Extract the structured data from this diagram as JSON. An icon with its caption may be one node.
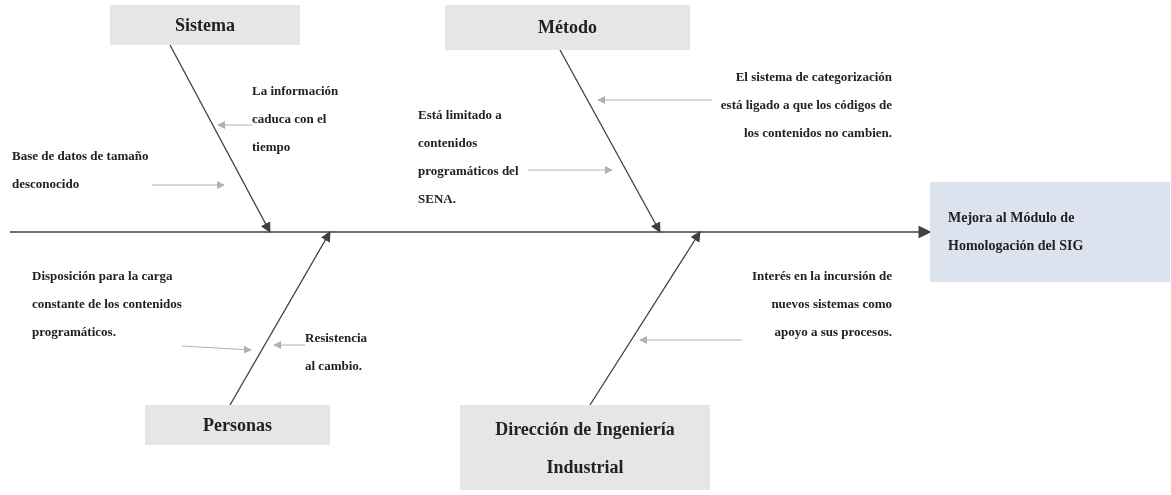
{
  "diagram": {
    "nodes": [
      {
        "text": [
          "Sistema"
        ]
      },
      {
        "text": [
          "Método"
        ]
      },
      {
        "text": [
          "Personas"
        ]
      },
      {
        "text": [
          "Dirección de Ingeniería Industrial"
        ]
      },
      {
        "text": [
          "Mejora al Módulo de Homologación del SIG"
        ]
      },
      {
        "text": [
          "Base de datos de tamaño desconocido"
        ]
      },
      {
        "text": [
          "La información caduca con el tiempo"
        ]
      },
      {
        "text": [
          "Está limitado a contenidos programáticos del SENA."
        ]
      },
      {
        "text": [
          "El sistema de categorización está ligado a que los códigos de los contenidos no cambien."
        ]
      },
      {
        "text": [
          "Disposición para la carga constante de los contenidos programáticos."
        ]
      },
      {
        "text": [
          "Resistencia al cambio."
        ]
      },
      {
        "text": [
          "Interés en la incursión de nuevos sistemas como apoyo a sus procesos."
        ]
      }
    ],
    "edges": [
      {
        "from": null,
        "to": 4,
        "arrow": "to",
        "color": "#404040"
      },
      {
        "from": 0,
        "to": null,
        "arrow": "to",
        "color": "#404040"
      },
      {
        "from": 1,
        "to": null,
        "arrow": "to",
        "color": "#404040"
      },
      {
        "from": 2,
        "to": null,
        "arrow": "to",
        "color": "#404040"
      },
      {
        "from": 3,
        "to": null,
        "arrow": "to",
        "color": "#404040"
      },
      {
        "from": 5,
        "to": null,
        "arrow": "to"
      },
      {
        "from": 6,
        "to": null,
        "arrow": "to"
      },
      {
        "from": 7,
        "to": null,
        "arrow": "to"
      },
      {
        "from": 8,
        "to": null,
        "arrow": "to"
      },
      {
        "from": 9,
        "to": null,
        "arrow": "to"
      },
      {
        "from": 10,
        "to": null,
        "arrow": "to"
      },
      {
        "from": 11,
        "to": null,
        "arrow": "to"
      }
    ]
  }
}
